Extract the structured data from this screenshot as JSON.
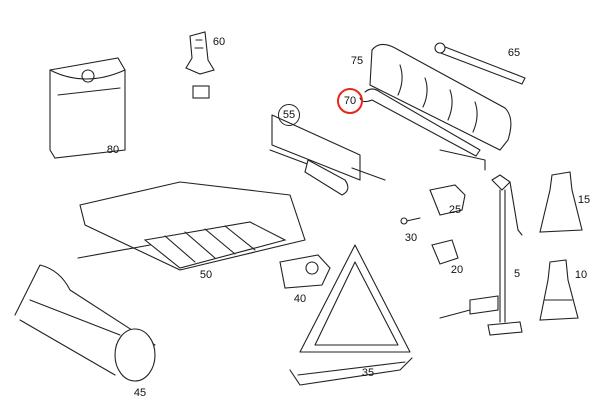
{
  "diagram": {
    "highlight_color": "#e8271b",
    "parts": [
      {
        "id": "p60",
        "label": "60"
      },
      {
        "id": "p75",
        "label": "75"
      },
      {
        "id": "p65",
        "label": "65"
      },
      {
        "id": "p70",
        "label": "70",
        "highlighted": true
      },
      {
        "id": "p55",
        "label": "55",
        "circled": true
      },
      {
        "id": "p80",
        "label": "80"
      },
      {
        "id": "p25",
        "label": "25"
      },
      {
        "id": "p30",
        "label": "30"
      },
      {
        "id": "p15",
        "label": "15"
      },
      {
        "id": "p50",
        "label": "50"
      },
      {
        "id": "p20",
        "label": "20"
      },
      {
        "id": "p5",
        "label": "5"
      },
      {
        "id": "p10",
        "label": "10"
      },
      {
        "id": "p40",
        "label": "40"
      },
      {
        "id": "p35",
        "label": "35"
      },
      {
        "id": "p45",
        "label": "45"
      }
    ]
  }
}
